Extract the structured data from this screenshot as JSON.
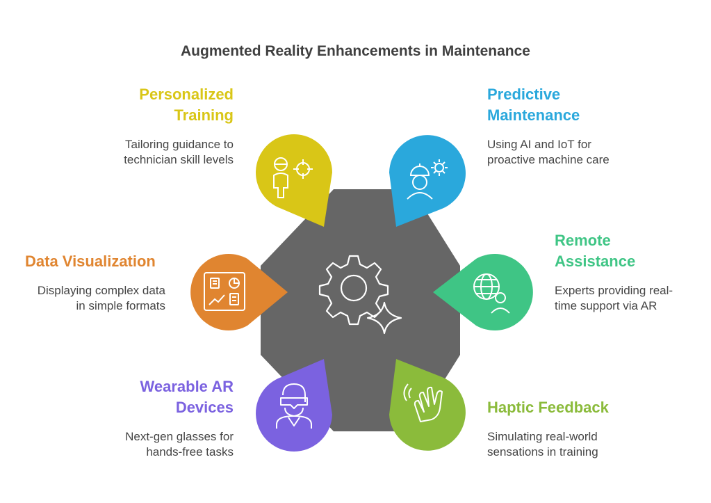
{
  "title": "Augmented Reality Enhancements in Maintenance",
  "items": [
    {
      "heading": [
        "Personalized",
        "Training"
      ],
      "description": [
        "Tailoring guidance to",
        "technician skill levels"
      ],
      "color": "#d9c617",
      "icon": "person-target-icon"
    },
    {
      "heading": [
        "Predictive",
        "Maintenance"
      ],
      "description": [
        "Using AI and IoT for",
        "proactive machine care"
      ],
      "color": "#2aa8dc",
      "icon": "worker-gear-icon"
    },
    {
      "heading": [
        "Remote",
        "Assistance"
      ],
      "description": [
        "Experts providing real-",
        "time support via AR"
      ],
      "color": "#3fc585",
      "icon": "globe-person-icon"
    },
    {
      "heading": [
        "Haptic Feedback"
      ],
      "description": [
        "Simulating real-world",
        "sensations in training"
      ],
      "color": "#8bbb3b",
      "icon": "waving-hand-icon"
    },
    {
      "heading": [
        "Wearable AR",
        "Devices"
      ],
      "description": [
        "Next-gen glasses for",
        "hands-free tasks"
      ],
      "color": "#7b62e0",
      "icon": "vr-headset-person-icon"
    },
    {
      "heading": [
        "Data Visualization"
      ],
      "description": [
        "Displaying complex data",
        "in simple formats"
      ],
      "color": "#e08530",
      "icon": "dashboard-chart-icon"
    }
  ],
  "center": {
    "color": "#666666",
    "icon": "gear-sparkle-icon"
  }
}
